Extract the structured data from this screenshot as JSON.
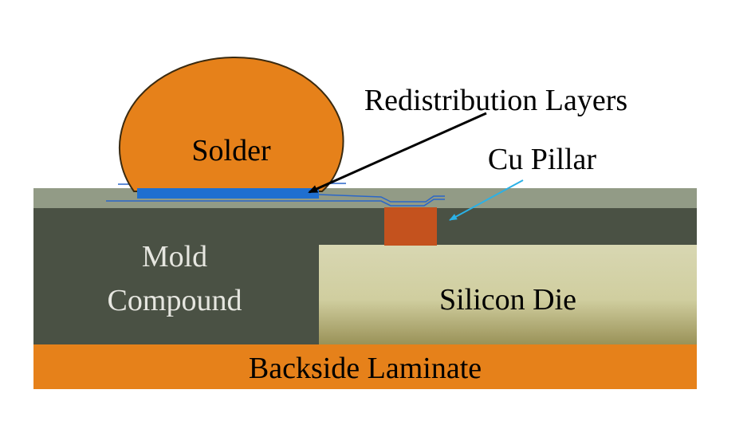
{
  "labels": {
    "solder": "Solder",
    "redistribution_layers": "Redistribution Layers",
    "cu_pillar": "Cu Pillar",
    "mold_line1": "Mold",
    "mold_line2": "Compound",
    "silicon_die": "Silicon Die",
    "backside_laminate": "Backside Laminate"
  },
  "colors": {
    "solder": "#e6811a",
    "rdl_layer": "#929b86",
    "mold_compound": "#4a5144",
    "silicon_die_top": "#d8d7b2",
    "silicon_die_bottom": "#9a9258",
    "backside_laminate": "#e6811a",
    "cu_pillar": "#c4521e",
    "pad": "#1f6fd0",
    "trace": "#2a66c8",
    "arrow_black": "#000000",
    "arrow_blue": "#2bb1e6"
  }
}
